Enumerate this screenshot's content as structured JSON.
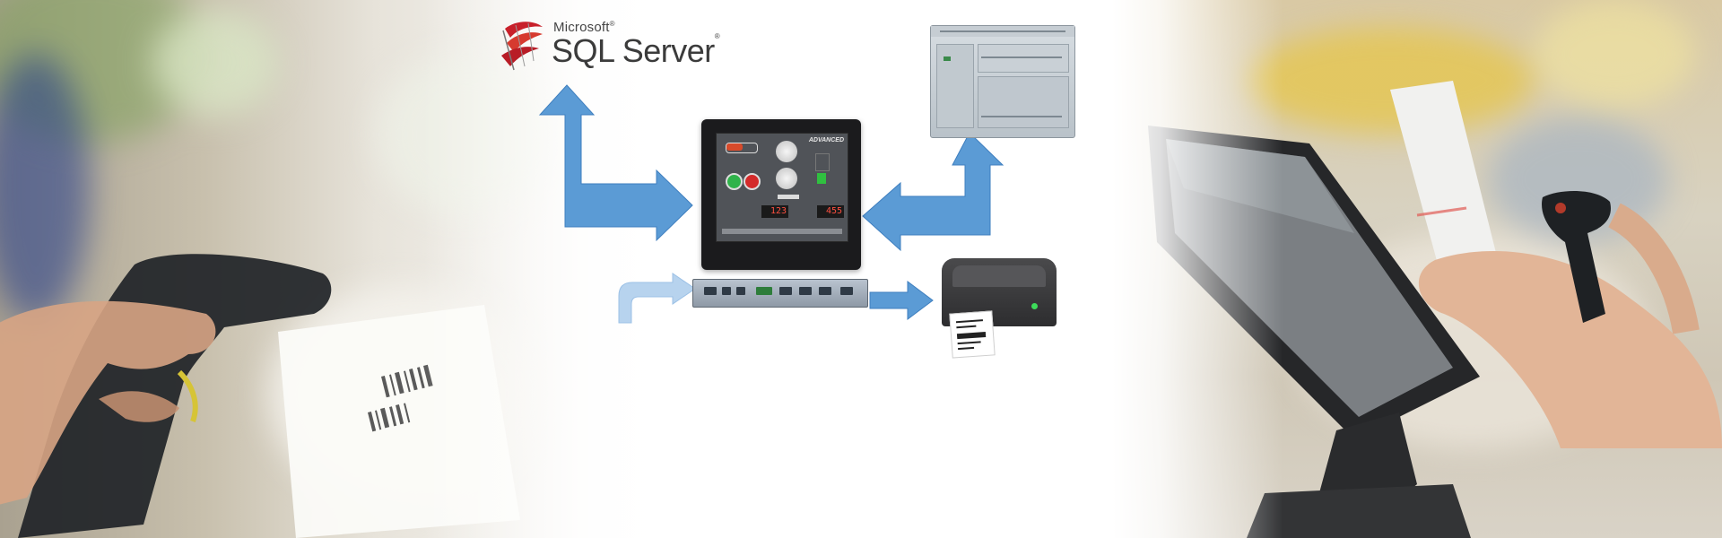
{
  "logo": {
    "company": "Microsoft",
    "company_mark": "®",
    "product": "SQL Server",
    "product_mark": "®"
  },
  "hmi": {
    "brand": "ADVANCED",
    "display_value_1": "123",
    "display_value_2": "455"
  },
  "colors": {
    "arrow_blue": "#5b9bd5",
    "arrow_blue_light": "#b7d3ee",
    "sql_red": "#c8202a"
  },
  "icons": {
    "database_logo": "sql-server-logo",
    "hmi_panel": "hmi-panel-icon",
    "plc": "plc-controller-icon",
    "printer": "label-printer-icon",
    "barcode_scanner": "barcode-scanner-icon"
  }
}
